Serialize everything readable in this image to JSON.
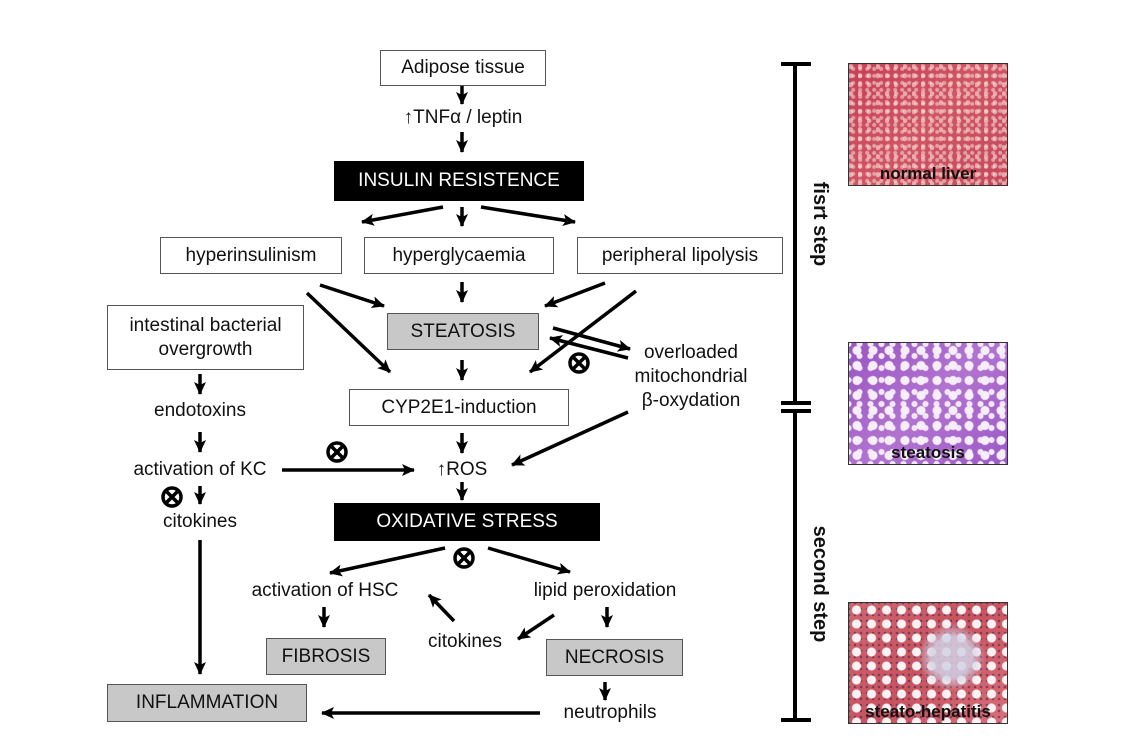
{
  "nodes": {
    "adipose": "Adipose tissue",
    "tnf": "↑TNFα / leptin",
    "insulin": "INSULIN RESISTENCE",
    "hyperinsulinism": "hyperinsulinism",
    "hyperglycaemia": "hyperglycaemia",
    "lipolysis": "peripheral lipolysis",
    "intestinal": "intestinal bacterial\novergrowth",
    "steatosis": "STEATOSIS",
    "mito": "overloaded\nmitochondrial\nβ-oxydation",
    "cyp": "CYP2E1-induction",
    "endotoxins": "endotoxins",
    "kc": "activation of KC",
    "ros": "↑ROS",
    "citokines_left": "citokines",
    "oxidative": "OXIDATIVE STRESS",
    "hsc": "activation of HSC",
    "lipid": "lipid peroxidation",
    "citokines_mid": "citokines",
    "fibrosis": "FIBROSIS",
    "necrosis": "NECROSIS",
    "inflammation": "INFLAMMATION",
    "neutrophils": "neutrophils"
  },
  "stages": {
    "first": "fisrt step",
    "second": "second step"
  },
  "histology": [
    {
      "caption": "normal liver",
      "tone": "#c9475a"
    },
    {
      "caption": "steatosis",
      "tone": "#a764c9"
    },
    {
      "caption": "steato-hepatitis",
      "tone": "#cf5f6c"
    }
  ],
  "inhibitor_symbol": "⊗"
}
